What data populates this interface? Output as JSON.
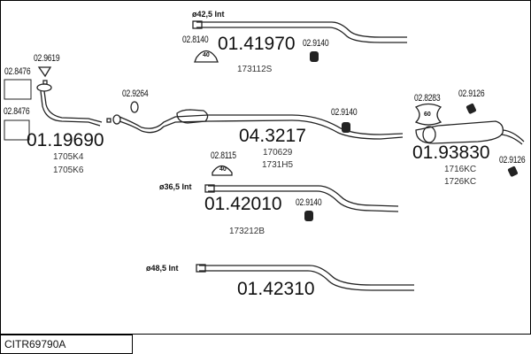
{
  "diagram": {
    "title": "CITR69790A",
    "parts": [
      {
        "code": "01.19690",
        "refs": [
          "1705K4",
          "1705K6"
        ]
      },
      {
        "code": "04.3217",
        "refs": [
          "170629",
          "1731H5"
        ]
      },
      {
        "code": "01.41970",
        "refs": [
          "173112S"
        ],
        "diameter": "ø42,5 Int"
      },
      {
        "code": "01.93830",
        "refs": [
          "1716KC",
          "1726KC"
        ]
      },
      {
        "code": "01.42010",
        "refs": [
          "173212B"
        ],
        "diameter": "ø36,5 Int"
      },
      {
        "code": "01.42310",
        "refs": [],
        "diameter": "ø48,5 Int"
      }
    ],
    "accessories": {
      "a1": "02.8476",
      "a2": "02.8476",
      "a3": "02.9619",
      "a4": "02.9264",
      "a5": "02.8140",
      "a6": "02.9140",
      "a7": "02.9140",
      "a8": "02.8283",
      "a9": "02.9126",
      "a10": "02.9126",
      "a11": "02.8115",
      "a12": "02.9140"
    },
    "clamp_sizes": {
      "c1": "40",
      "c2": "40",
      "c3": "60"
    }
  }
}
